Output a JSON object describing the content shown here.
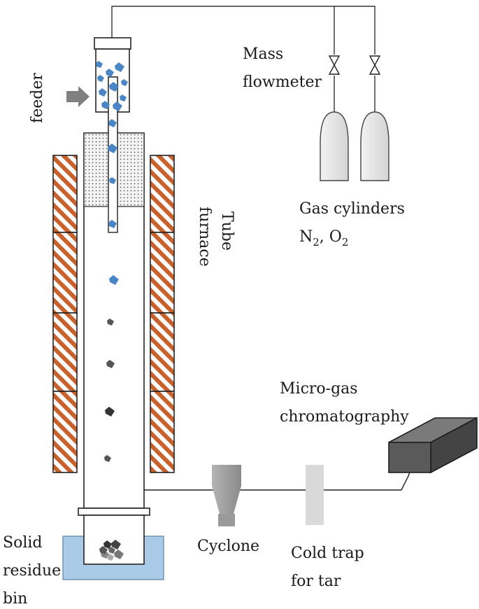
{
  "labels": {
    "feeder": "feeder",
    "mass_flowmeter_line1": "Mass",
    "mass_flowmeter_line2": "flowmeter",
    "tube_furnace_line1": "Tube",
    "tube_furnace_line2": "furnace",
    "gas_cylinders": "Gas cylinders",
    "gas_n2": "N",
    "gas_n2_sub": "2",
    "gas_sep": ", O",
    "gas_o2_sub": "2",
    "micro_gc_line1": "Micro-gas",
    "micro_gc_line2": "chromatography",
    "cyclone": "Cyclone",
    "cold_trap_line1": "Cold trap",
    "cold_trap_line2": "for tar",
    "solid_residue_line1": "Solid",
    "solid_residue_line2": "residue",
    "solid_residue_line3": "bin"
  },
  "colors": {
    "particle_fresh": "#4a86c5",
    "particle_char": "#555555",
    "furnace_stripe": "#c8612c",
    "water_bath": "#a9cbe8",
    "cyclone": "#9a9a9a",
    "cold_trap": "#d9d9d9",
    "gc_box": "#5a5a5a"
  }
}
